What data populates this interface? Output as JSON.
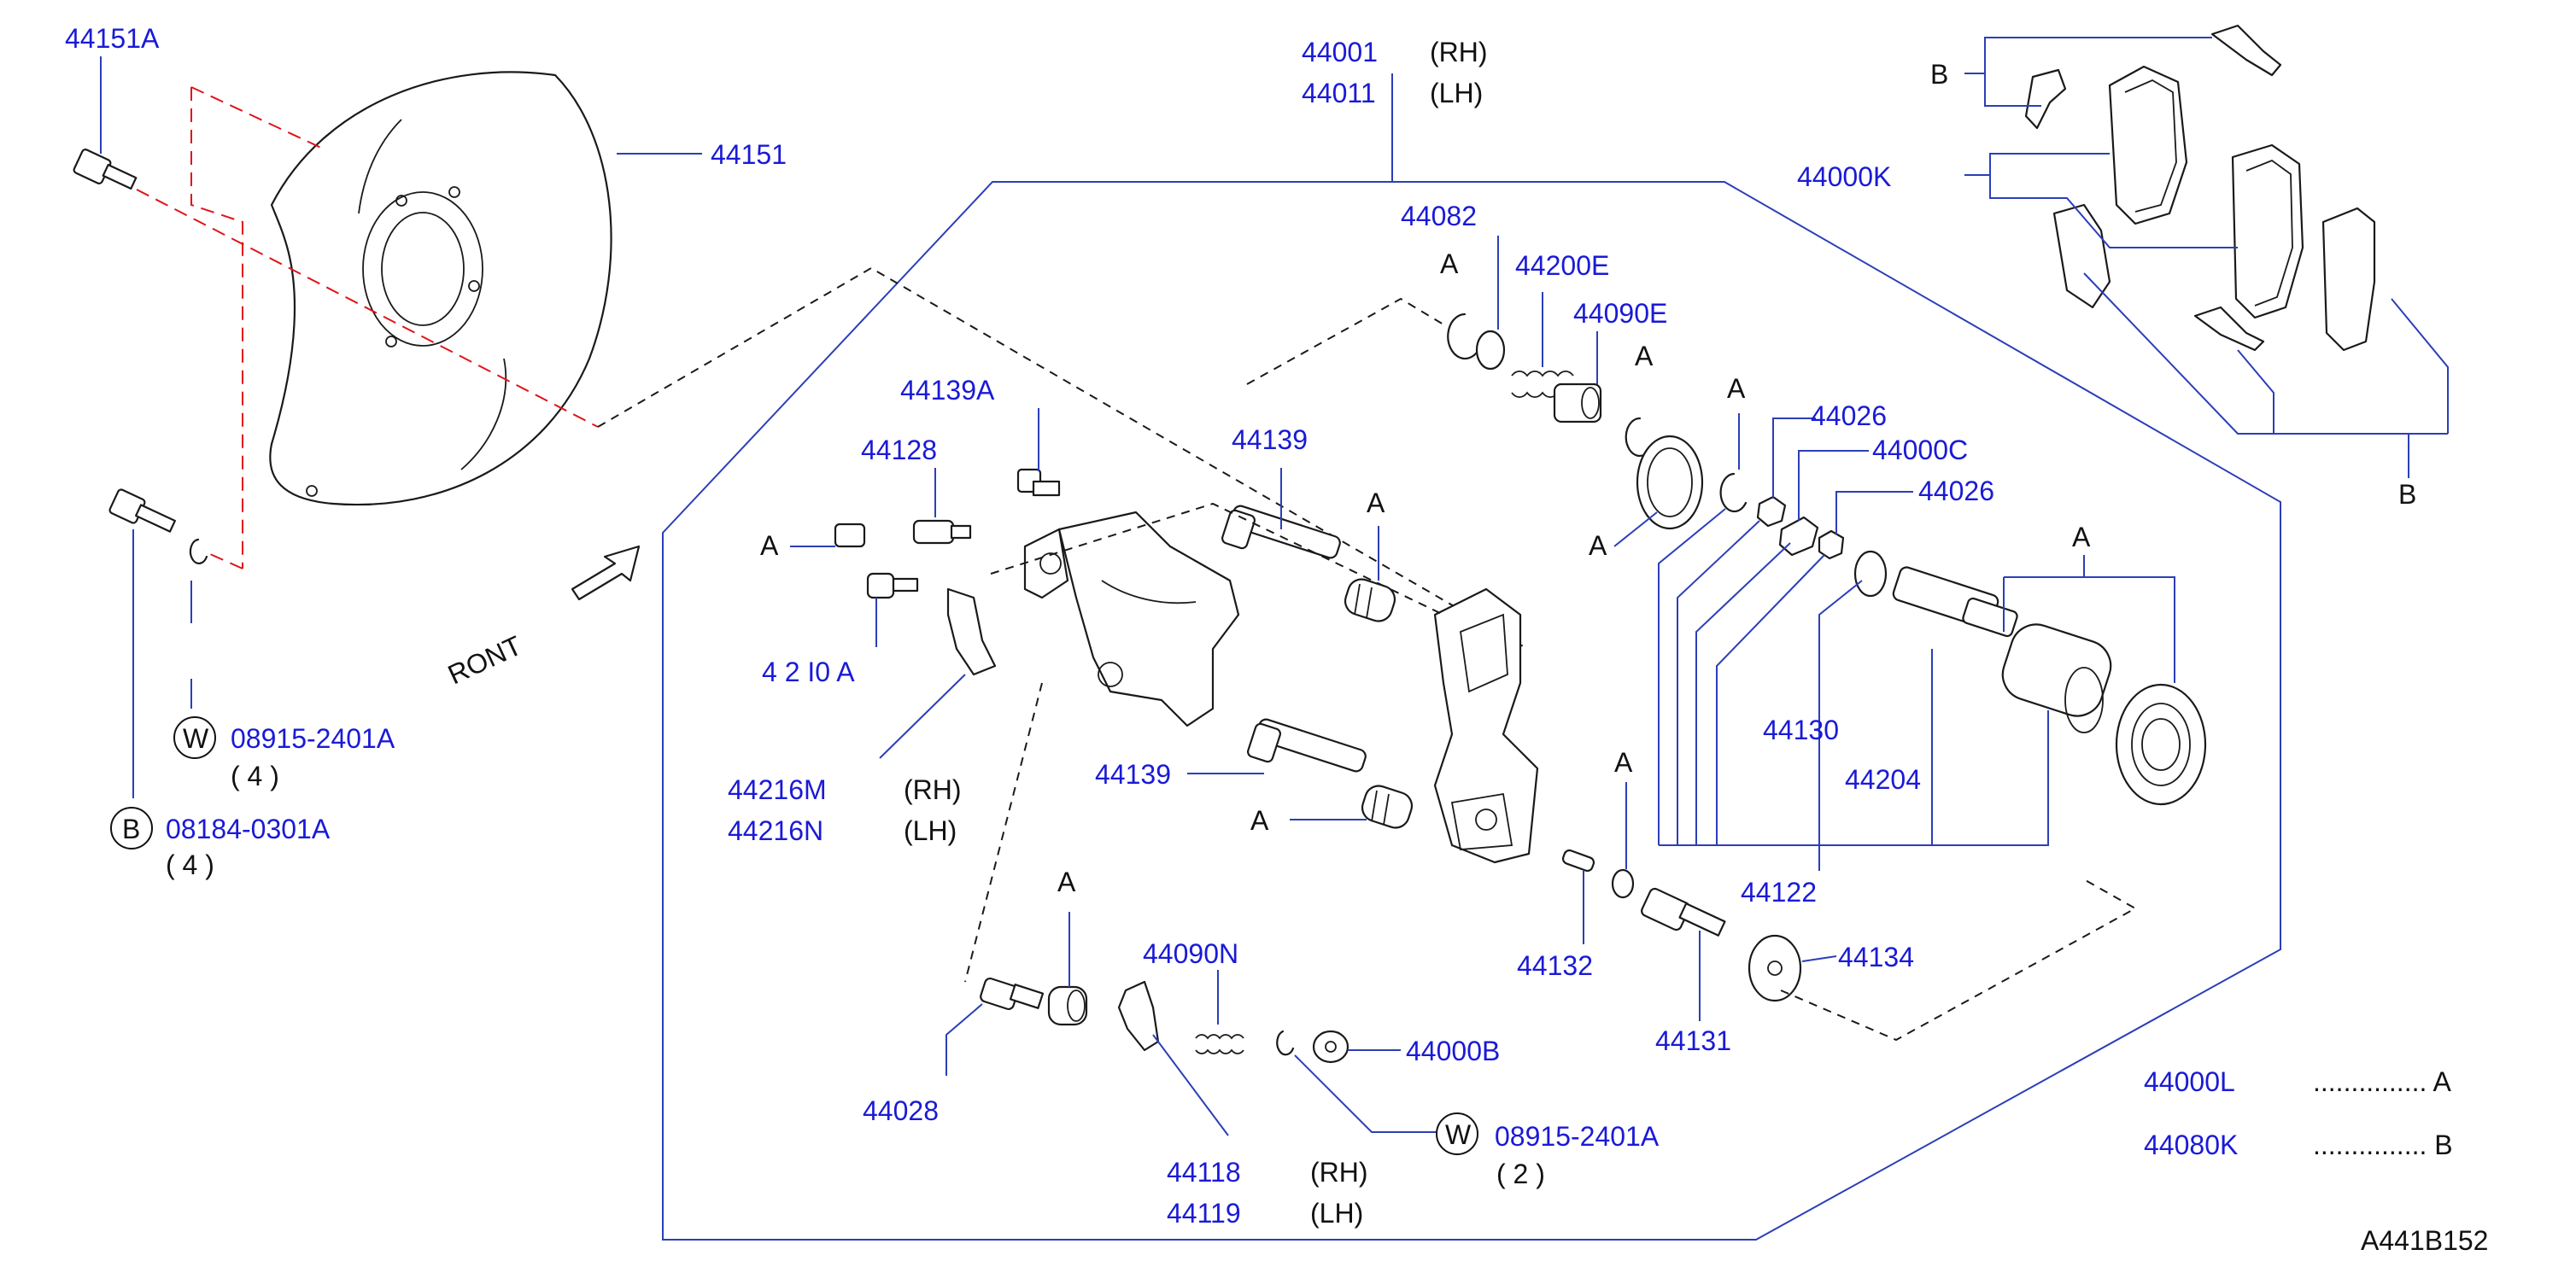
{
  "labels": {
    "p44151A": "44151A",
    "p44151": "44151",
    "p44001": "44001",
    "rh1": "(RH)",
    "p44011": "44011",
    "lh1": "(LH)",
    "p44000K": "44000K",
    "p44082": "44082",
    "p44200E": "44200E",
    "p44090E": "44090E",
    "p44139A": "44139A",
    "p44128": "44128",
    "p44139_top": "44139",
    "p44026_a": "44026",
    "p44000C": "44000C",
    "p44026_b": "44026",
    "p44216_partial": "4 2 I0 A",
    "front": "RONT",
    "p08915_top": "08915-2401A",
    "qty_top": "( 4 )",
    "p08184": "08184-0301A",
    "qty_b": "( 4 )",
    "p44216M": "44216M",
    "rh2": "(RH)",
    "p44216N": "44216N",
    "lh2": "(LH)",
    "p44139_low": "44139",
    "p44130": "44130",
    "p44204": "44204",
    "p44122": "44122",
    "p44132": "44132",
    "p44134": "44134",
    "p44131": "44131",
    "p44090N": "44090N",
    "p44000B": "44000B",
    "p44028": "44028",
    "p08915_low": "08915-2401A",
    "qty_low": "( 2 )",
    "p44118": "44118",
    "rh3": "(RH)",
    "p44119": "44119",
    "lh3": "(LH)",
    "p44000L": "44000L",
    "dots_a": "............... A",
    "p44080K": "44080K",
    "dots_b": "............... B",
    "drawing_no": "A441B152"
  },
  "callouts": {
    "a": "A",
    "b": "B",
    "w": "W"
  }
}
